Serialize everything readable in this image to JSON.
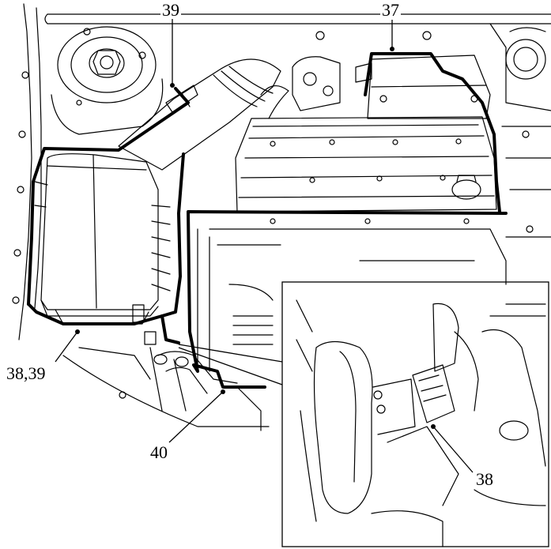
{
  "callouts": {
    "c37": "37",
    "c38_main": "38,39",
    "c38_inset": "38",
    "c39": "39",
    "c40": "40"
  },
  "colors": {
    "ink": "#000000",
    "paper": "#ffffff"
  }
}
